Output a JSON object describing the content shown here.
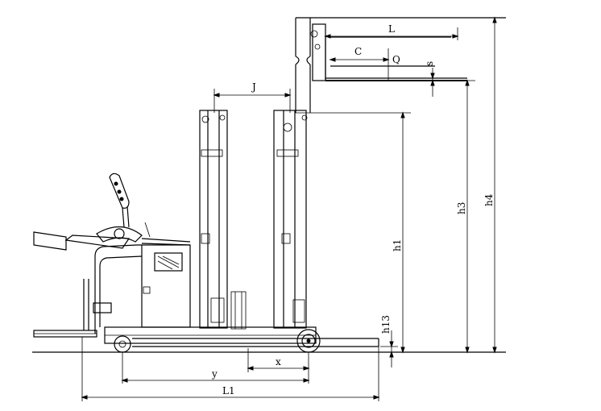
{
  "dimension_labels": {
    "L": "L",
    "C": "C",
    "Q": "Q",
    "s": "s",
    "J": "J",
    "h1": "h1",
    "h3": "h3",
    "h4": "h4",
    "h13": "h13",
    "x": "x",
    "y": "y",
    "L1": "L1"
  }
}
